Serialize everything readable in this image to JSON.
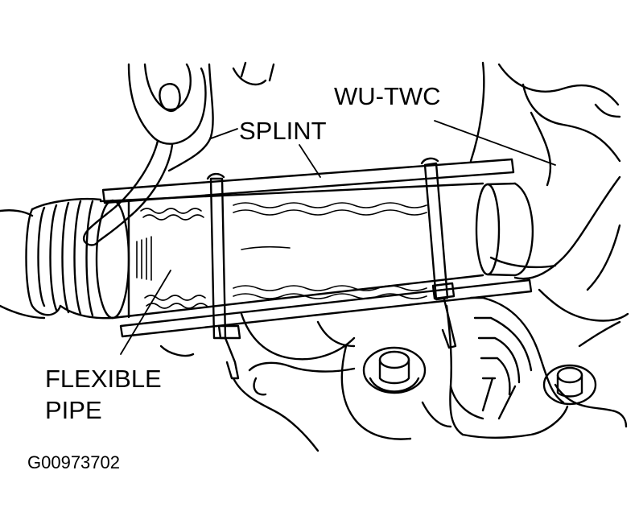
{
  "labels": {
    "splint": "SPLINT",
    "wutwc": "WU-TWC",
    "flexible_pipe_line1": "FLEXIBLE",
    "flexible_pipe_line2": "PIPE"
  },
  "figure_id": "G00973702",
  "colors": {
    "line": "#000000",
    "background": "#ffffff"
  }
}
